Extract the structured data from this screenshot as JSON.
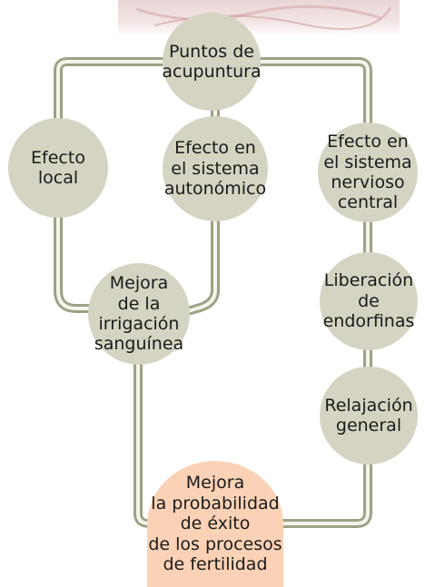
{
  "colors": {
    "node_fill": "#d5d4c3",
    "highlight_fill": "#fbd2b6",
    "connector": "#9aa384"
  },
  "nodes": {
    "acupoints": "Puntos de\nacupuntura",
    "local_effect": "Efecto\nlocal",
    "autonomic_effect": "Efecto en\nel sistema\nautonómico",
    "cns_effect": "Efecto en\nel sistema\nnervioso\ncentral",
    "blood_flow": "Mejora\nde la\nirrigación\nsanguínea",
    "endorphins": "Liberación\nde endorfinas",
    "relaxation": "Relajación\ngeneral",
    "fertility_outcome": "Mejora\nla probabilidad\nde éxito\nde los procesos\nde fertilidad"
  }
}
